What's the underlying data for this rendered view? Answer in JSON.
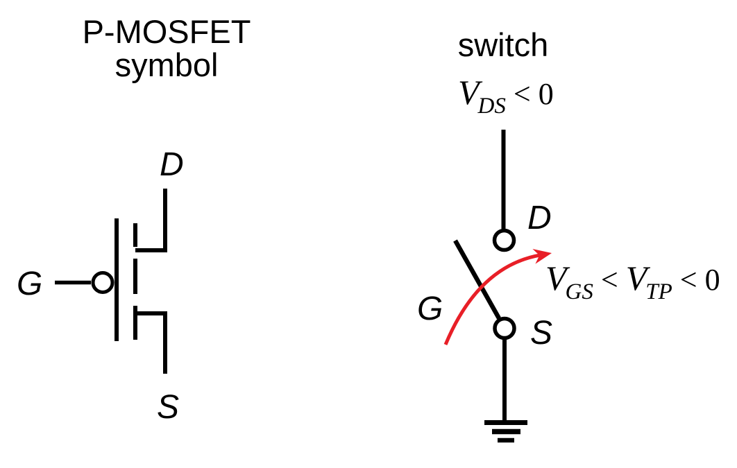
{
  "left_panel": {
    "title": {
      "line1": "P-MOSFET",
      "line2": "symbol"
    },
    "labels": {
      "gate": "G",
      "drain": "D",
      "source": "S"
    }
  },
  "right_panel": {
    "title": "switch",
    "vds_formula": {
      "var": "V",
      "sub": "DS",
      "tail": " < 0"
    },
    "vgs_formula": {
      "var1": "V",
      "sub1": "GS",
      "mid": " < ",
      "var2": "V",
      "sub2": "TP",
      "tail": " < 0"
    },
    "labels": {
      "gate": "G",
      "drain": "D",
      "source": "S"
    }
  },
  "colors": {
    "line": "#000000",
    "arrow_red": "#e81f27",
    "background": "#ffffff"
  }
}
